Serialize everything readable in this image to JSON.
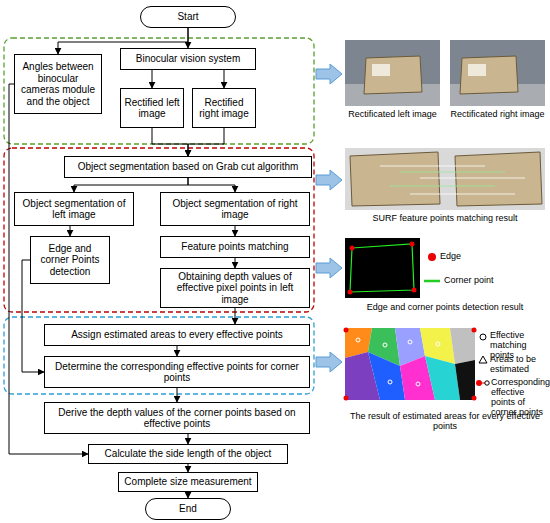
{
  "diagram": {
    "nodes": [
      {
        "text": [
          "Start"
        ]
      },
      {
        "text": [
          "Angles between binocular cameras module and the object"
        ]
      },
      {
        "text": [
          "Binocular vision system"
        ]
      },
      {
        "text": [
          "Rectified left image"
        ]
      },
      {
        "text": [
          "Rectified right image"
        ]
      },
      {
        "text": [
          "Object segmentation based on Grab cut algorithm"
        ]
      },
      {
        "text": [
          "Object segmentation of left image"
        ]
      },
      {
        "text": [
          "Object segmentation of right image"
        ]
      },
      {
        "text": [
          "Edge and corner Points detection"
        ]
      },
      {
        "text": [
          "Feature points matching"
        ]
      },
      {
        "text": [
          "Obtaining depth values of effective pixel points in left image"
        ]
      },
      {
        "text": [
          "Assign estimated areas to every effective points"
        ]
      },
      {
        "text": [
          "Determine the corresponding effective points for corner points"
        ]
      },
      {
        "text": [
          "Derive the depth values of the corner points based on effective points"
        ]
      },
      {
        "text": [
          "Calculate the side length of the object"
        ]
      },
      {
        "text": [
          "Complete size measurement"
        ]
      },
      {
        "text": [
          "End"
        ]
      }
    ],
    "edges": [
      {
        "from": 0,
        "to": 1,
        "arrow": "to"
      },
      {
        "from": 0,
        "to": 2,
        "arrow": "to"
      },
      {
        "from": 2,
        "to": 3,
        "arrow": "to"
      },
      {
        "from": 2,
        "to": 4,
        "arrow": "to"
      },
      {
        "from": 3,
        "to": 5,
        "arrow": "to"
      },
      {
        "from": 4,
        "to": 5,
        "arrow": "to"
      },
      {
        "from": 5,
        "to": 6,
        "arrow": "to"
      },
      {
        "from": 5,
        "to": 7,
        "arrow": "to"
      },
      {
        "from": 6,
        "to": 8,
        "arrow": "to"
      },
      {
        "from": 7,
        "to": 9,
        "arrow": "to"
      },
      {
        "from": 9,
        "to": 10,
        "arrow": "to"
      },
      {
        "from": 10,
        "to": 11,
        "arrow": "to"
      },
      {
        "from": 11,
        "to": 12,
        "arrow": "to"
      },
      {
        "from": 8,
        "to": 12,
        "arrow": "to"
      },
      {
        "from": 12,
        "to": 13,
        "arrow": "to"
      },
      {
        "from": 1,
        "to": 14,
        "arrow": "to"
      },
      {
        "from": 13,
        "to": 14,
        "arrow": "to"
      },
      {
        "from": 14,
        "to": 15,
        "arrow": "to"
      },
      {
        "from": 15,
        "to": 16,
        "arrow": "to"
      }
    ],
    "labels": [
      "Rectificated left image",
      "Rectificated right image",
      "SURF feature points matching result",
      "Edge and corner points detection result",
      "The result of estimated areas for every effective points"
    ],
    "legend": [
      {
        "text": "Edge"
      },
      {
        "text": "Corner point"
      },
      {
        "text": "Effective matching points"
      },
      {
        "text": "Areas to be estimated"
      },
      {
        "text": "Corresponding effective points of corner points"
      }
    ]
  }
}
